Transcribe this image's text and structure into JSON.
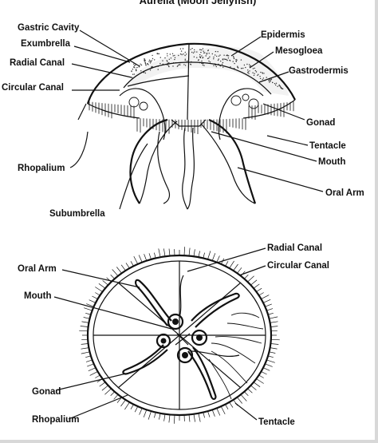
{
  "title": "Aurelia (Moon Jellyfish)",
  "side_view": {
    "labels": {
      "gastric_cavity": "Gastric Cavity",
      "exumbrella": "Exumbrella",
      "radial_canal": "Radial Canal",
      "circular_canal": "Circular Canal",
      "rhopalium": "Rhopalium",
      "subumbrella": "Subumbrella",
      "epidermis": "Epidermis",
      "mesogloea": "Mesogloea",
      "gastrodermis": "Gastrodermis",
      "gonad": "Gonad",
      "tentacle": "Tentacle",
      "mouth": "Mouth",
      "oral_arm": "Oral Arm"
    }
  },
  "top_view": {
    "labels": {
      "radial_canal": "Radial Canal",
      "circular_canal": "Circular Canal",
      "oral_arm": "Oral Arm",
      "mouth": "Mouth",
      "gonad": "Gonad",
      "rhopalium": "Rhopalium",
      "tentacle": "Tentacle"
    }
  }
}
